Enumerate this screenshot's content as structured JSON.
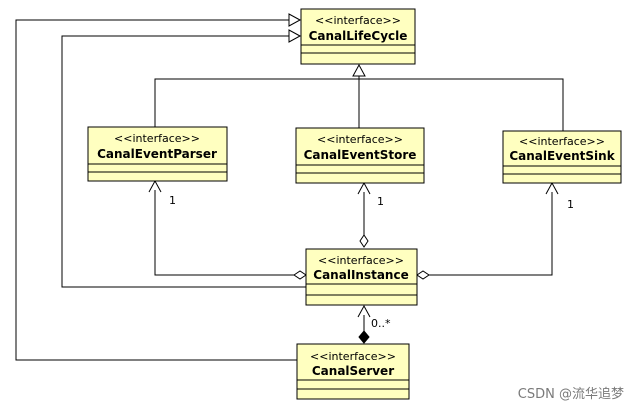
{
  "classes": [
    {
      "id": "lifecycle",
      "stereotype": "<<interface>>",
      "name": "CanalLifeCycle"
    },
    {
      "id": "parser",
      "stereotype": "<<interface>>",
      "name": "CanalEventParser"
    },
    {
      "id": "store",
      "stereotype": "<<interface>>",
      "name": "CanalEventStore"
    },
    {
      "id": "sink",
      "stereotype": "<<interface>>",
      "name": "CanalEventSink"
    },
    {
      "id": "instance",
      "stereotype": "<<interface>>",
      "name": "CanalInstance"
    },
    {
      "id": "server",
      "stereotype": "<<interface>>",
      "name": "CanalServer"
    }
  ],
  "multiplicities": {
    "parser": "1",
    "store": "1",
    "sink": "1",
    "instance": "0..*"
  },
  "colors": {
    "box_fill": "#ffffc0",
    "box_stroke": "#000000",
    "line": "#000000",
    "watermark": "#7a7a7a"
  },
  "watermark": "CSDN @流华追梦"
}
